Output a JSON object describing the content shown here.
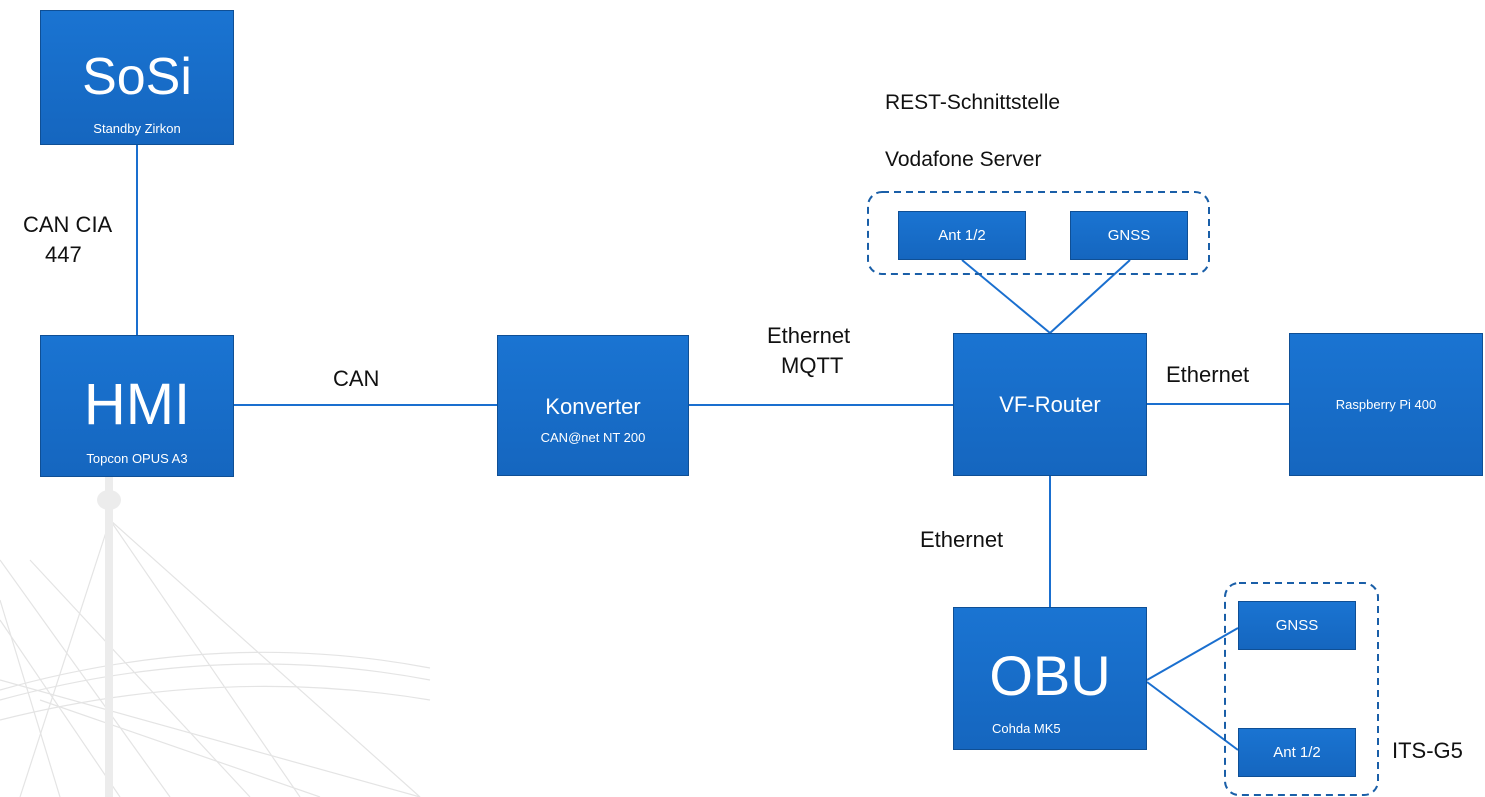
{
  "nodes": {
    "sosi": {
      "title": "SoSi",
      "subtitle": "Standby Zirkon"
    },
    "hmi": {
      "title": "HMI",
      "subtitle": "Topcon OPUS A3"
    },
    "konverter": {
      "title": "Konverter",
      "subtitle": "CAN@net NT 200"
    },
    "vf_router": {
      "title": "VF-Router"
    },
    "raspberry": {
      "title": "Raspberry Pi 400"
    },
    "obu": {
      "title": "OBU",
      "subtitle": "Cohda MK5"
    },
    "server_ant": {
      "title": "Ant 1/2"
    },
    "server_gnss": {
      "title": "GNSS"
    },
    "obu_gnss": {
      "title": "GNSS"
    },
    "obu_ant": {
      "title": "Ant 1/2"
    }
  },
  "labels": {
    "can_cia_line1": "CAN CIA",
    "can_cia_line2": "447",
    "can": "CAN",
    "ethernet_mqtt_line1": "Ethernet",
    "ethernet_mqtt_line2": "MQTT",
    "ethernet_right": "Ethernet",
    "ethernet_down": "Ethernet",
    "rest": "REST-Schnittstelle",
    "vodafone": "Vodafone Server",
    "its_g5": "ITS-G5"
  },
  "colors": {
    "box_fill": "#1a6fcf",
    "line": "#1a6fcf",
    "dashed_group": "#1a5fa8"
  }
}
